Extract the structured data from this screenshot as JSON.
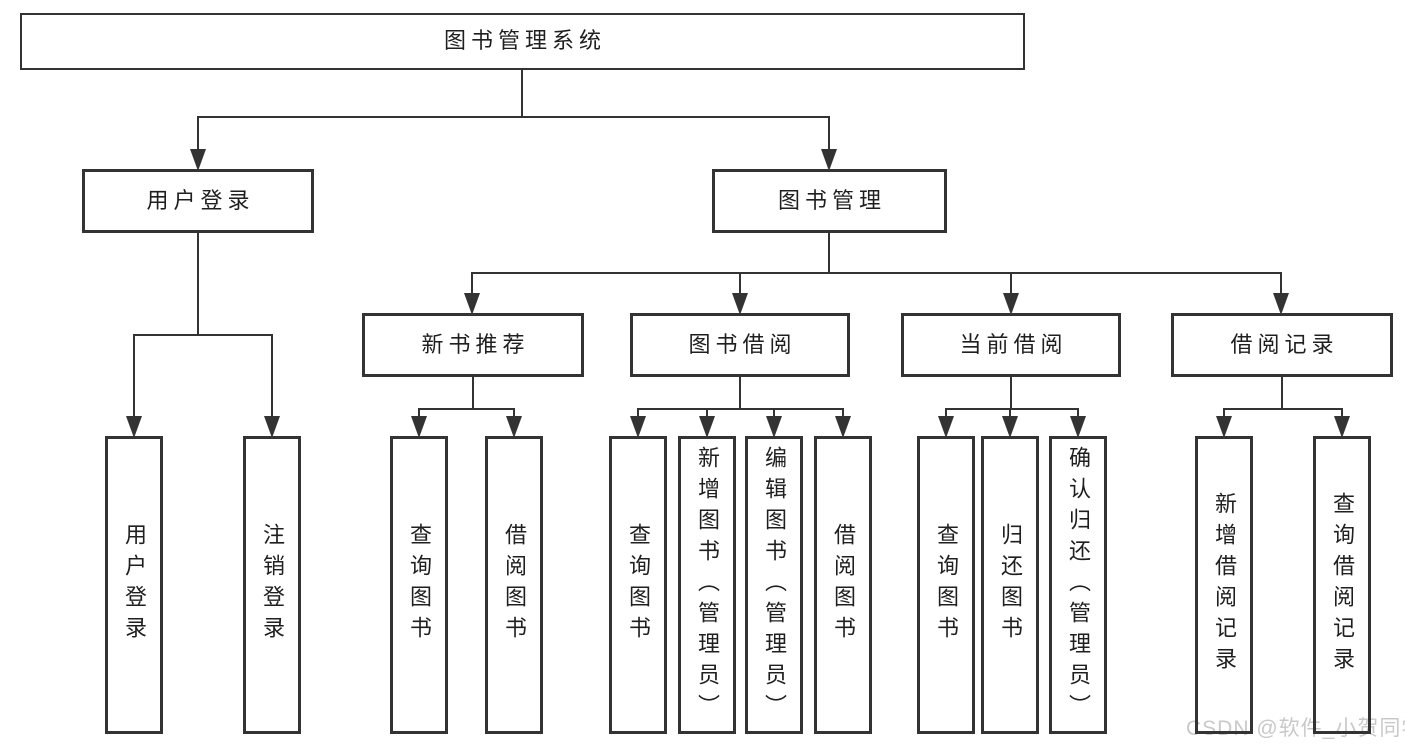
{
  "diagram": {
    "title": "图书管理系统",
    "nodes": {
      "root": "图书管理系统",
      "user_login": "用户登录",
      "book_mgmt": "图书管理",
      "new_book_rec": "新书推荐",
      "book_borrow": "图书借阅",
      "current_borrow": "当前借阅",
      "borrow_records": "借阅记录",
      "login": "用户登录",
      "logout": "注销登录",
      "nbr_query": "查询图书",
      "nbr_borrow": "借阅图书",
      "bb_query": "查询图书",
      "bb_add": "新增图书（管理员）",
      "bb_edit": "编辑图书（管理员）",
      "bb_borrow": "借阅图书",
      "cb_query": "查询图书",
      "cb_return": "归还图书",
      "cb_confirm": "确认归还（管理员）",
      "br_add": "新增借阅记录",
      "br_query": "查询借阅记录"
    },
    "hierarchy": {
      "root": [
        "user_login",
        "book_mgmt"
      ],
      "user_login": [
        "login",
        "logout"
      ],
      "book_mgmt": [
        "new_book_rec",
        "book_borrow",
        "current_borrow",
        "borrow_records"
      ],
      "new_book_rec": [
        "nbr_query",
        "nbr_borrow"
      ],
      "book_borrow": [
        "bb_query",
        "bb_add",
        "bb_edit",
        "bb_borrow"
      ],
      "current_borrow": [
        "cb_query",
        "cb_return",
        "cb_confirm"
      ],
      "borrow_records": [
        "br_add",
        "br_query"
      ]
    },
    "colors": {
      "line": "#333333",
      "text": "#1f1f1f",
      "background": "#ffffff",
      "watermark": "#c9c9c9"
    }
  },
  "watermark": {
    "text": "CSDN @软件_小贺同学"
  }
}
